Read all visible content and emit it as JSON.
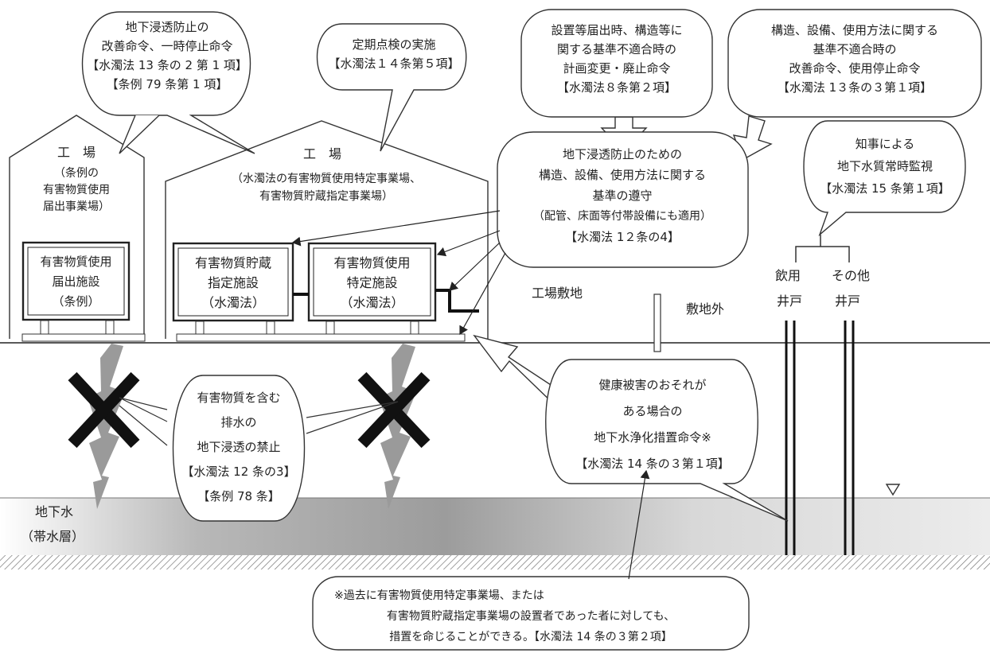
{
  "bubbles": {
    "improvement_order": {
      "lines": [
        "地下浸透防止の",
        "改善命令、一時停止命令",
        "【水濁法 13 条の 2 第 1 項】",
        "【条例 79 条第 1 項】"
      ]
    },
    "periodic_inspection": {
      "lines": [
        "定期点検の実施",
        "【水濁法１４条第５項】"
      ]
    },
    "plan_change_order": {
      "lines": [
        "設置等届出時、構造等に",
        "関する基準不適合時の",
        "計画変更・廃止命令",
        "【水濁法８条第２項】"
      ]
    },
    "noncompliance_order": {
      "lines": [
        "構造、設備、使用方法に関する",
        "基準不適合時の",
        "改善命令、使用停止命令",
        "【水濁法 1３条の３第１項】"
      ]
    },
    "standards_compliance": {
      "lines": [
        "地下浸透防止のための",
        "構造、設備、使用方法に関する",
        "基準の遵守",
        "（配管、床面等付帯設備にも適用）",
        "【水濁法 1２条の4】"
      ]
    },
    "governor_monitoring": {
      "lines": [
        "知事による",
        "地下水質常時監視",
        "【水濁法 15 条第１項】"
      ]
    },
    "infiltration_ban": {
      "lines": [
        "有害物質を含む",
        "排水の",
        "地下浸透の禁止",
        "【水濁法 12 条の3】",
        "【条例 78 条】"
      ]
    },
    "purification_order": {
      "lines": [
        "健康被害のおそれが",
        "ある場合の",
        "地下水浄化措置命令※",
        "【水濁法 14 条の３第１項】"
      ]
    },
    "footnote": {
      "lines": [
        "※過去に有害物質使用特定事業場、または",
        "有害物質貯蔵指定事業場の設置者であった者に対しても、",
        "措置を命じることができる。【水濁法 14 条の３第２項】"
      ]
    }
  },
  "factory_left": {
    "title": "工　場",
    "lines": [
      "（条例の",
      "有害物質使用",
      "届出事業場）"
    ]
  },
  "factory_main": {
    "title": "工　場",
    "lines": [
      "（水濁法の有害物質使用特定事業場、",
      "有害物質貯蔵指定事業場）"
    ]
  },
  "facilities": {
    "ordinance_use": {
      "lines": [
        "有害物質使用",
        "届出施設",
        "（条例）"
      ]
    },
    "storage": {
      "lines": [
        "有害物質貯蔵",
        "指定施設",
        "（水濁法）"
      ]
    },
    "specified_use": {
      "lines": [
        "有害物質使用",
        "特定施設",
        "（水濁法）"
      ]
    }
  },
  "labels": {
    "premises": "工場敷地",
    "offsite": "敷地外",
    "groundwater_1": "地下水",
    "groundwater_2": "（帯水層）",
    "drinking_well_1": "飲用",
    "drinking_well_2": "井戸",
    "other_well_1": "その他",
    "other_well_2": "井戸"
  },
  "colors": {
    "line": "#222222",
    "bolt": "#9a9a9a",
    "cross": "#111111",
    "water_dark": "#9c9c9c",
    "water_light": "#e6e6e6"
  }
}
